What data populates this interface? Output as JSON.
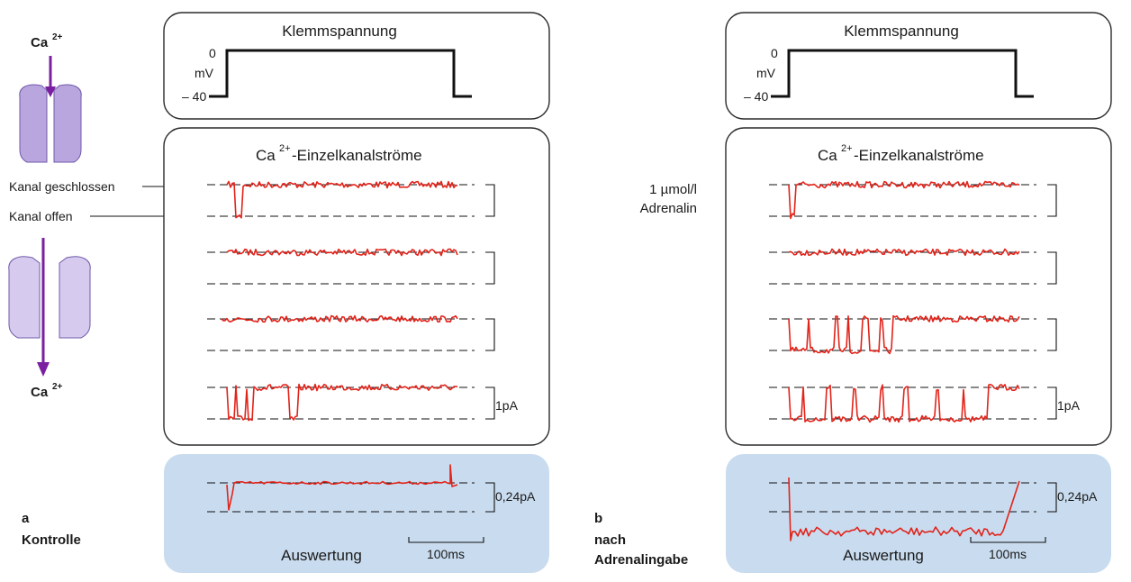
{
  "ion_label": "Ca",
  "ion_charge": "2+",
  "marker_closed": "Kanal geschlossen",
  "marker_open": "Kanal offen",
  "panels": [
    {
      "id": "a",
      "letter": "a",
      "caption_lines": [
        "Kontrolle"
      ],
      "voltage_title": "Klemmspannung",
      "voltage_tick_top": "0",
      "voltage_unit": "mV",
      "voltage_tick_bottom": "– 40",
      "currents_title_pre": "Ca",
      "currents_title_sup": "2+",
      "currents_title_post": "-Einzelkanalströme",
      "scale_current": "1pA",
      "analysis_title": "Auswertung",
      "analysis_scale": "0,24pA",
      "time_scale": "100ms",
      "treatment_lines": []
    },
    {
      "id": "b",
      "letter": "b",
      "caption_lines": [
        "nach",
        "Adrenalingabe"
      ],
      "voltage_title": "Klemmspannung",
      "voltage_tick_top": "0",
      "voltage_unit": "mV",
      "voltage_tick_bottom": "– 40",
      "currents_title_pre": "Ca",
      "currents_title_sup": "2+",
      "currents_title_post": "-Einzelkanalströme",
      "scale_current": "1pA",
      "analysis_title": "Auswertung",
      "analysis_scale": "0,24pA",
      "time_scale": "100ms",
      "treatment_lines": [
        "1 µmol/l",
        "Adrenalin"
      ]
    }
  ],
  "colors": {
    "trace": "#e2231a",
    "channel_fill": "#b9a6de",
    "channel_open_fill": "#d6cbef",
    "arrow": "#7a1fa0",
    "analysis_bg": "#c9dcef"
  }
}
